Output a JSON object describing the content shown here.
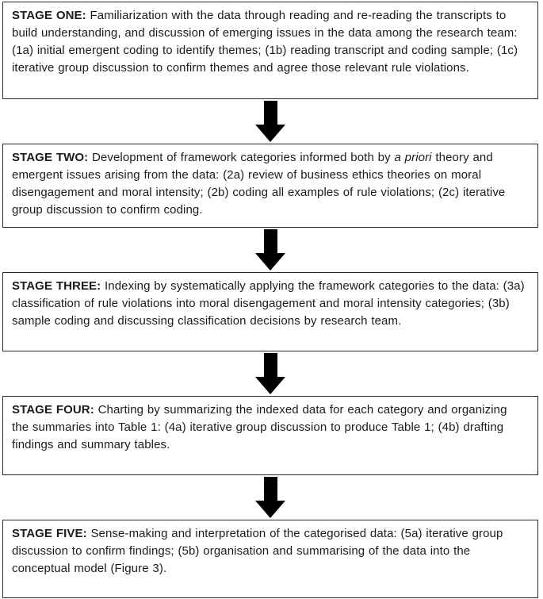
{
  "diagram": {
    "title": "Framework analysis stages flowchart",
    "colors": {
      "box_border": "#2b2b2b",
      "text": "#1b1b1b",
      "arrow": "#000000",
      "background": "#ffffff"
    },
    "arrow_icon": "solid-down-arrow",
    "stages": [
      {
        "label": "STAGE ONE:",
        "body": " Familiarization with the data through reading and re-reading the transcripts to build understanding, and discussion of emerging issues in the data among the research team: (1a) initial emergent coding to identify themes; (1b) reading transcript and coding sample; (1c) iterative group discussion to confirm themes and agree those relevant rule violations."
      },
      {
        "label": "STAGE TWO:",
        "body_pre": " Development of framework categories informed both by ",
        "body_italic": "a priori",
        "body_post": " theory and emergent issues arising from the data: (2a) review of business ethics theories on moral disengagement and moral intensity; (2b) coding all examples of rule violations; (2c) iterative group discussion to confirm coding."
      },
      {
        "label": "STAGE THREE:",
        "body": " Indexing by systematically applying the framework categories to the data: (3a) classification of rule violations into moral disengagement and moral intensity categories; (3b) sample coding and discussing classification decisions by research team."
      },
      {
        "label": "STAGE FOUR:",
        "body": " Charting by summarizing the indexed data for each category and organizing the summaries into Table 1: (4a) iterative group discussion to produce Table 1; (4b) drafting findings and summary tables."
      },
      {
        "label": "STAGE FIVE:",
        "body": " Sense-making and interpretation of the categorised data: (5a) iterative group discussion to confirm findings; (5b) organisation and summarising of the data into the conceptual model (Figure 3)."
      }
    ]
  }
}
